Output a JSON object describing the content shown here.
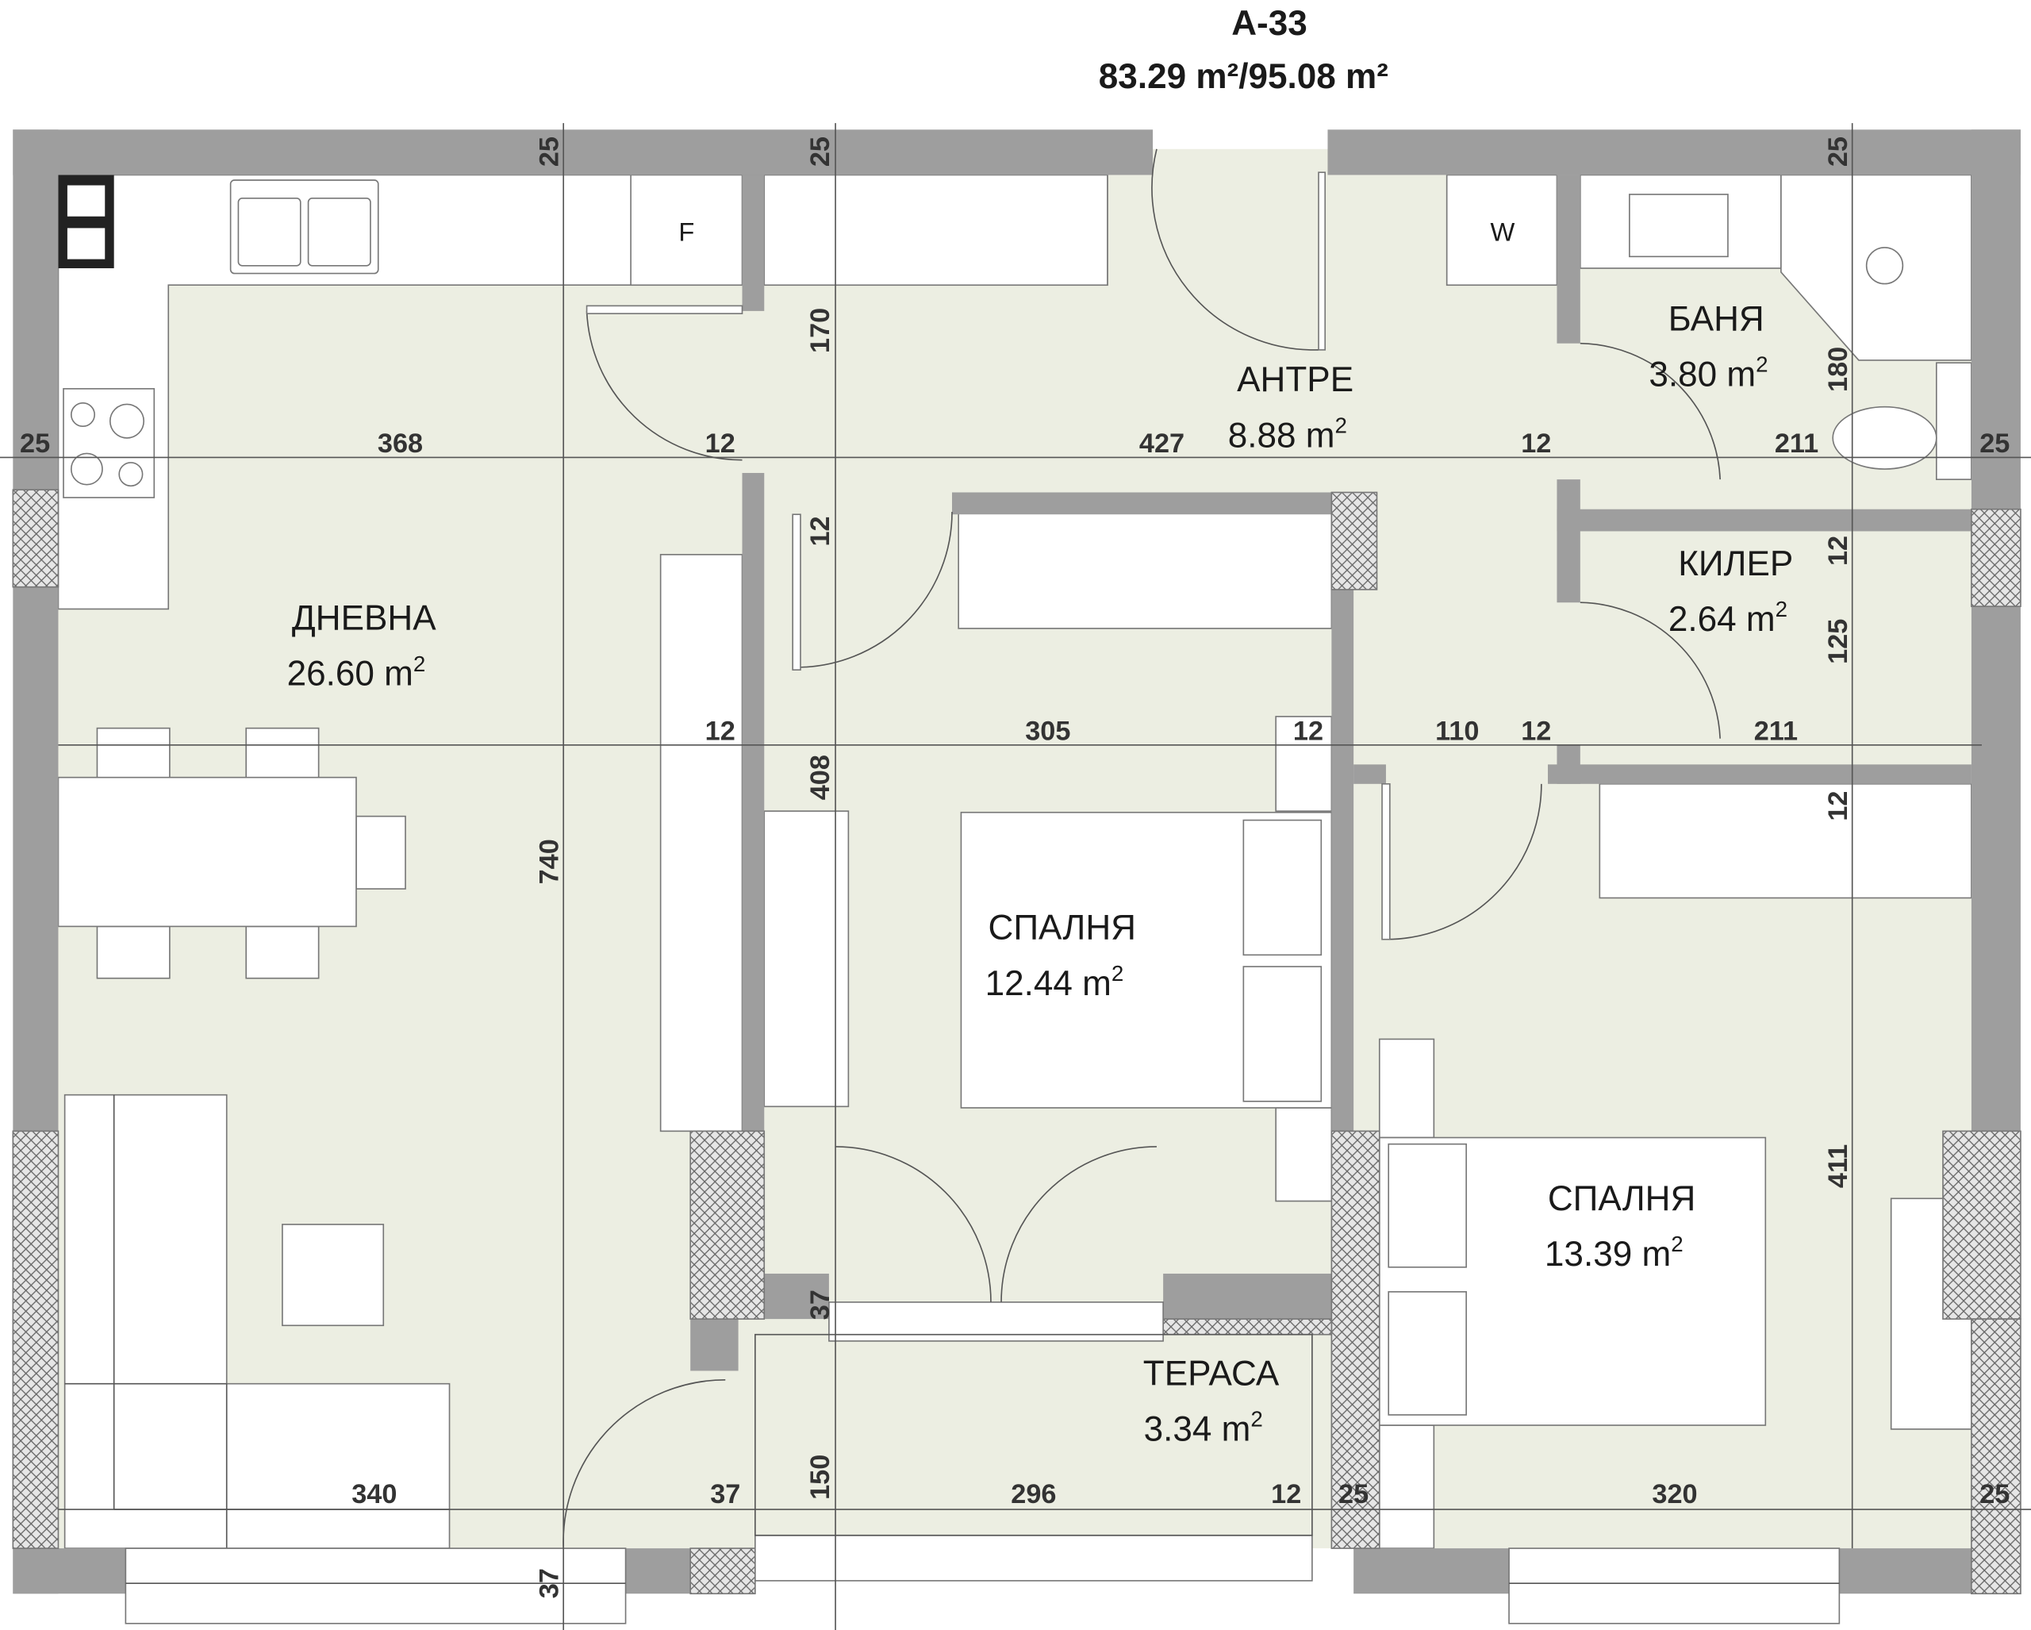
{
  "header": {
    "unit": "A-33",
    "area": "83.29 m²/95.08 m²"
  },
  "rooms": [
    {
      "name": "ДНЕВНА",
      "area": "26.60 m",
      "sup": "2"
    },
    {
      "name": "АНТРЕ",
      "area": "8.88 m",
      "sup": "2"
    },
    {
      "name": "БАНЯ",
      "area": "3.80 m",
      "sup": "2"
    },
    {
      "name": "КИЛЕР",
      "area": "2.64 m",
      "sup": "2"
    },
    {
      "name": "СПАЛНЯ",
      "area": "12.44 m",
      "sup": "2"
    },
    {
      "name": "СПАЛНЯ",
      "area": "13.39 m",
      "sup": "2"
    },
    {
      "name": "ТЕРАСА",
      "area": "3.34 m",
      "sup": "2"
    }
  ],
  "fixtures": {
    "fridge": "F",
    "washer": "W"
  },
  "dimensions": {
    "horizontal": [
      "25",
      "368",
      "12",
      "427",
      "12",
      "211",
      "25",
      "12",
      "305",
      "12",
      "110",
      "12",
      "211",
      "340",
      "37",
      "296",
      "12",
      "25",
      "320",
      "25"
    ],
    "vertical": [
      "25",
      "25",
      "25",
      "170",
      "12",
      "408",
      "740",
      "37",
      "150",
      "37",
      "180",
      "12",
      "125",
      "12",
      "411"
    ]
  },
  "colors": {
    "wall": "#9e9e9e",
    "floor": "#eceee2"
  }
}
